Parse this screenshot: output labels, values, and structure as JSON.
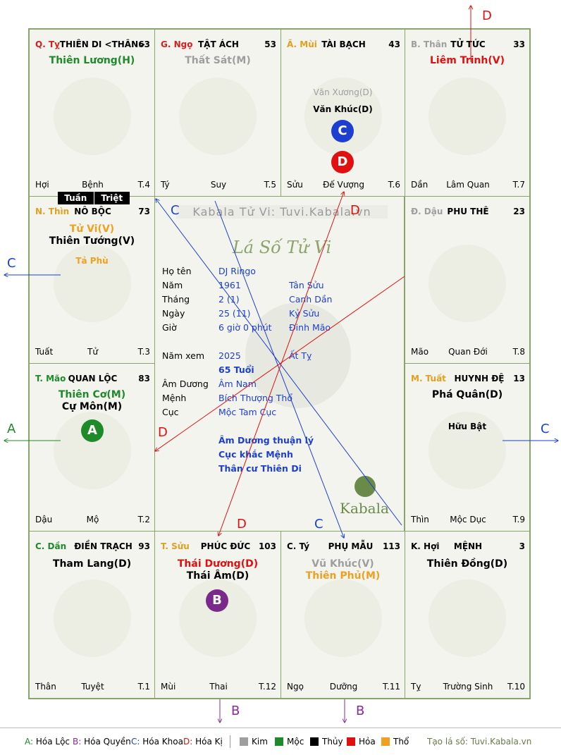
{
  "palaces": [
    {
      "id": "ty",
      "can_chi": "Q. Tỵ",
      "can_color": "#d42020",
      "name": "THIÊN DI <THÂN>",
      "age": "63",
      "stars": [
        {
          "text": "Thiên Lương(H)",
          "color": "#1e8a2a"
        }
      ],
      "sub": [],
      "footer": [
        "Hợi",
        "Bệnh",
        "T.4"
      ]
    },
    {
      "id": "ngo",
      "can_chi": "G. Ngọ",
      "can_color": "#d42020",
      "name": "TẬT ÁCH",
      "age": "53",
      "stars": [
        {
          "text": "Thất Sát(M)",
          "color": "#9e9e9e"
        }
      ],
      "sub": [],
      "footer": [
        "Tý",
        "Suy",
        "T.5"
      ]
    },
    {
      "id": "mui",
      "can_chi": "Ã. Mùi",
      "can_color": "#e0a020",
      "name": "TÀI BẠCH",
      "age": "43",
      "stars": [],
      "sub": [
        {
          "text": "Văn Xương(D)",
          "color": "#9e9e9e"
        },
        {
          "text": "Văn Khúc(D)",
          "color": "#000000"
        }
      ],
      "footer": [
        "Sửu",
        "Đế Vượng",
        "T.6"
      ]
    },
    {
      "id": "than",
      "can_chi": "B. Thân",
      "can_color": "#9e9e9e",
      "name": "TỬ TỨC",
      "age": "33",
      "stars": [
        {
          "text": "Liêm Trinh(V)",
          "color": "#e01010"
        }
      ],
      "sub": [],
      "footer": [
        "Dần",
        "Lâm Quan",
        "T.7"
      ]
    },
    {
      "id": "thin",
      "can_chi": "N. Thìn",
      "can_color": "#e0a020",
      "name": "NÔ BỘC",
      "age": "73",
      "stars": [
        {
          "text": "Tử Vi(V)",
          "color": "#f0a020"
        },
        {
          "text": "Thiên Tướng(V)",
          "color": "#000000"
        }
      ],
      "sub": [
        {
          "text": "Tả Phù",
          "color": "#f0a020"
        }
      ],
      "footer": [
        "Tuất",
        "Tử",
        "T.3"
      ]
    },
    {
      "id": "dau",
      "can_chi": "Đ. Dậu",
      "can_color": "#9e9e9e",
      "name": "PHU THÊ",
      "age": "23",
      "stars": [],
      "sub": [],
      "footer": [
        "Mão",
        "Quan Đới",
        "T.8"
      ]
    },
    {
      "id": "mao",
      "can_chi": "T. Mão",
      "can_color": "#1e8a2a",
      "name": "QUAN LỘC",
      "age": "83",
      "stars": [
        {
          "text": "Thiên Cơ(M)",
          "color": "#1e8a2a"
        },
        {
          "text": "Cự Môn(M)",
          "color": "#000000"
        }
      ],
      "sub": [],
      "footer": [
        "Dậu",
        "Mộ",
        "T.2"
      ]
    },
    {
      "id": "tuat",
      "can_chi": "M. Tuất",
      "can_color": "#e0a020",
      "name": "HUYNH ĐỆ",
      "age": "13",
      "stars": [
        {
          "text": "Phá Quân(D)",
          "color": "#000000"
        }
      ],
      "sub": [
        {
          "text": "Hữu Bật",
          "color": "#000000"
        }
      ],
      "footer": [
        "Thìn",
        "Mộc Dục",
        "T.9"
      ]
    },
    {
      "id": "dan",
      "can_chi": "C. Dần",
      "can_color": "#1e8a2a",
      "name": "ĐIỀN TRẠCH",
      "age": "93",
      "stars": [
        {
          "text": "Tham Lang(D)",
          "color": "#000000"
        }
      ],
      "sub": [],
      "footer": [
        "Thân",
        "Tuyệt",
        "T.1"
      ]
    },
    {
      "id": "suu",
      "can_chi": "T. Sửu",
      "can_color": "#e0a020",
      "name": "PHÚC ĐỨC",
      "age": "103",
      "stars": [
        {
          "text": "Thái Dương(D)",
          "color": "#e01010"
        },
        {
          "text": "Thái Âm(D)",
          "color": "#000000"
        }
      ],
      "sub": [],
      "footer": [
        "Mùi",
        "Thai",
        "T.12"
      ]
    },
    {
      "id": "ti",
      "can_chi": "C. Tý",
      "can_color": "#000000",
      "name": "PHỤ MẪU",
      "age": "113",
      "stars": [
        {
          "text": "Vũ Khúc(V)",
          "color": "#9e9e9e"
        },
        {
          "text": "Thiên Phủ(M)",
          "color": "#f0a020"
        }
      ],
      "sub": [],
      "footer": [
        "Ngọ",
        "Dưỡng",
        "T.11"
      ]
    },
    {
      "id": "hoi",
      "can_chi": "K. Hợi",
      "can_color": "#000000",
      "name": "MỆNH",
      "age": "3",
      "stars": [
        {
          "text": "Thiên Đồng(D)",
          "color": "#000000"
        }
      ],
      "sub": [],
      "footer": [
        "Tỵ",
        "Trường Sinh",
        "T.10"
      ]
    }
  ],
  "badges": {
    "tuan": "Tuần",
    "triet": "Triệt"
  },
  "markers": {
    "a": "A",
    "b": "B",
    "c": "C",
    "d": "D"
  },
  "arrow_labels": {
    "a": "A",
    "b": "B",
    "c": "C",
    "d": "D"
  },
  "center": {
    "watermark": "Kabala Tử Vi: Tuvi.Kabala.vn",
    "logo": "Lá Số Tử Vi",
    "brand": "Kabala",
    "rows": [
      {
        "label": "Họ tên",
        "v1": "DJ Ringo",
        "v2": ""
      },
      {
        "label": "Năm",
        "v1": "1961",
        "v2": "Tân Sửu"
      },
      {
        "label": "Tháng",
        "v1": "2  (1)",
        "v2": "Canh Dần"
      },
      {
        "label": "Ngày",
        "v1": "25  (11)",
        "v2": "Kỷ Sửu"
      },
      {
        "label": "Giờ",
        "v1": "6 giờ 0 phút",
        "v2": "Đinh Mão"
      },
      {
        "label": "Năm xem",
        "v1": "2025",
        "v2": "Ất Tỵ"
      },
      {
        "label": "",
        "v1": "65 Tuổi",
        "v2": ""
      },
      {
        "label": "Âm Dương",
        "v1": "Âm Nam",
        "v2": ""
      },
      {
        "label": "Mệnh",
        "v1": "Bích Thượng Thổ",
        "v2": ""
      },
      {
        "label": "Cục",
        "v1": "Mộc Tam Cục",
        "v2": ""
      }
    ],
    "notes": [
      "Âm Dương thuận lý",
      "Cục khắc Mệnh",
      "Thân cư Thiên Di"
    ]
  },
  "legend": {
    "items": [
      {
        "key": "A:",
        "text": "Hóa Lộc",
        "color": "#1e8a2a"
      },
      {
        "key": "B:",
        "text": "Hóa Quyền",
        "color": "#8a2a9a"
      },
      {
        "key": "C:",
        "text": "Hóa Khoa",
        "color": "#1c3fd0"
      },
      {
        "key": "D:",
        "text": "Hóa Kị",
        "color": "#e01010"
      }
    ],
    "elements": [
      {
        "text": "Kim",
        "color": "#9e9e9e"
      },
      {
        "text": "Mộc",
        "color": "#1e8a2a"
      },
      {
        "text": "Thủy",
        "color": "#000000"
      },
      {
        "text": "Hỏa",
        "color": "#e01010"
      },
      {
        "text": "Thổ",
        "color": "#f0a020"
      }
    ],
    "credit": "Tạo lá số: Tuvi.Kabala.vn"
  }
}
